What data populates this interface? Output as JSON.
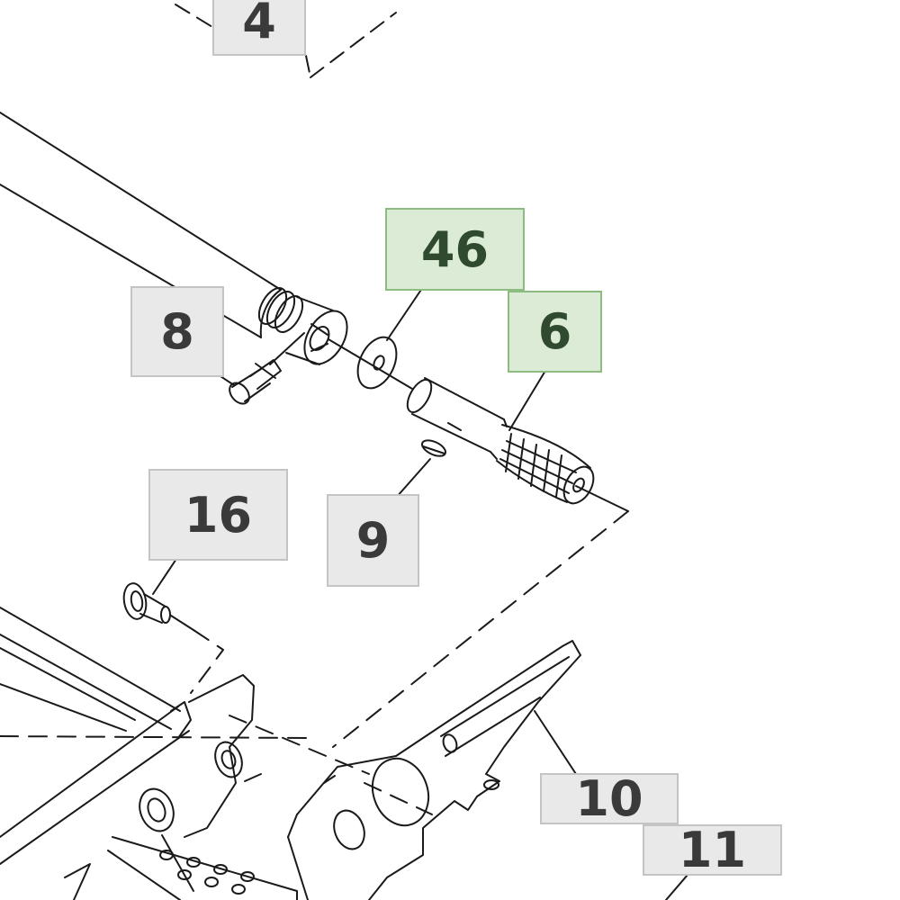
{
  "diagram": {
    "callouts": [
      {
        "id": "c4",
        "label": "4",
        "highlighted": false
      },
      {
        "id": "c46",
        "label": "46",
        "highlighted": true
      },
      {
        "id": "c6",
        "label": "6",
        "highlighted": true
      },
      {
        "id": "c8",
        "label": "8",
        "highlighted": false
      },
      {
        "id": "c16",
        "label": "16",
        "highlighted": false
      },
      {
        "id": "c9",
        "label": "9",
        "highlighted": false
      },
      {
        "id": "c10",
        "label": "10",
        "highlighted": false
      },
      {
        "id": "c11",
        "label": "11",
        "highlighted": false
      }
    ],
    "colors": {
      "line": "#1a1a1a",
      "callout_fill": "#e9e9e9",
      "callout_border": "#c4c4c4",
      "highlight_fill": "#dcebd6",
      "highlight_border": "#8cbc7f",
      "label_text": "#3a3a3a"
    }
  }
}
